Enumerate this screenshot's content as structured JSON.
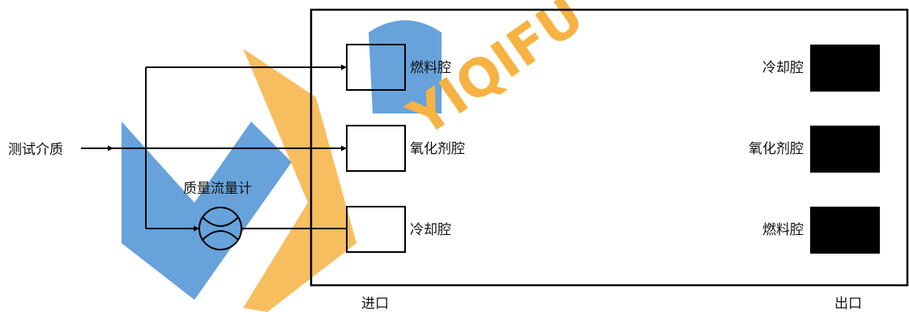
{
  "input": {
    "label": "测试介质"
  },
  "flowmeter": {
    "label": "质量流量计"
  },
  "inlet_cavities": [
    {
      "label": "燃料腔"
    },
    {
      "label": "氧化剂腔"
    },
    {
      "label": "冷却腔"
    }
  ],
  "outlet_cavities": [
    {
      "label": "冷却腔"
    },
    {
      "label": "氧化剂腔"
    },
    {
      "label": "燃料腔"
    }
  ],
  "inlet_caption": "进口",
  "outlet_caption": "出口",
  "watermark": {
    "text": "YIQIFU",
    "colors": [
      "#3a86cf",
      "#f5a623"
    ]
  }
}
